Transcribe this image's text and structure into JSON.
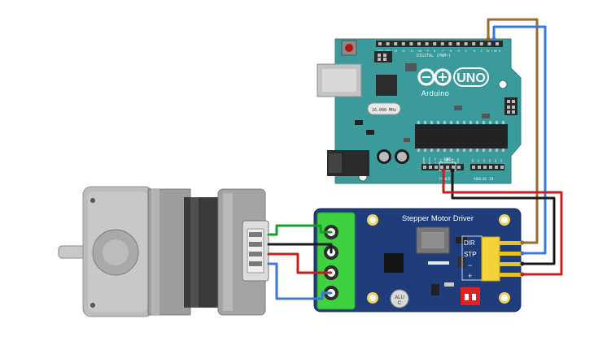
{
  "arduino": {
    "brand": "Arduino",
    "model": "UNO",
    "crystal": "16.000 MHz",
    "pin_labels_top": [
      "AREF",
      "GND",
      "13",
      "12",
      "~11",
      "~10",
      "~9",
      "8",
      "7",
      "~6",
      "~5",
      "4",
      "~3",
      "2",
      "TX 1",
      "RX 0"
    ],
    "pin_labels_bottom": [
      "IOREF",
      "RESET",
      "3.3V",
      "5V",
      "GND",
      "GND",
      "VIN",
      "A0",
      "A1",
      "A2",
      "A3",
      "A4",
      "A5"
    ],
    "gnd_label": "GND",
    "digital_label": "DIGITAL (PWM~)",
    "power_label": "POWER",
    "analog_label": "ANALOG IN"
  },
  "driver": {
    "title": "Stepper Motor Driver",
    "dir_label": "DIR",
    "step_label": "STP",
    "minus_label": "−",
    "plus_label": "+",
    "cap_label_1": "ALU",
    "cap_label_2": "C"
  },
  "colors": {
    "arduino_board": "#3b9b9b",
    "driver_board": "#1f3d7a",
    "terminal_green": "#3fd13f",
    "header_yellow": "#f2d33a",
    "wire_red": "#c81e1e",
    "wire_black": "#1a1a1a",
    "wire_blue": "#3c78d8",
    "wire_brown": "#9a6a2a",
    "wire_green": "#1a9e2a"
  }
}
